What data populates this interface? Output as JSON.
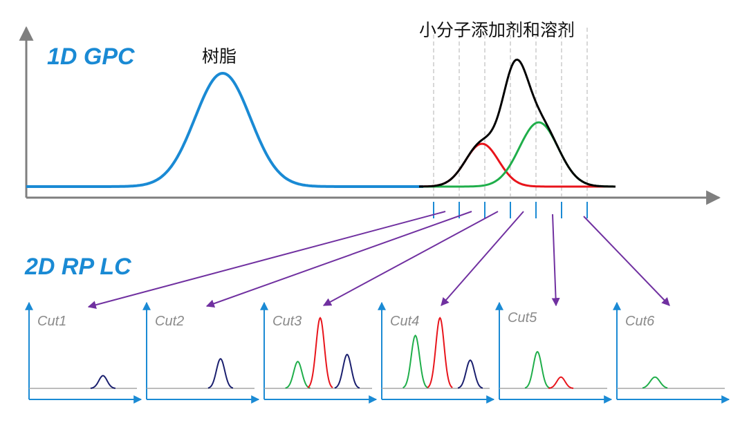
{
  "labels": {
    "gpc_title": "1D GPC",
    "lc_title": "2D RP LC",
    "resin_label": "树脂",
    "additive_label": "小分子添加剂和溶剂"
  },
  "cuts": [
    {
      "label": "Cut1",
      "peaks": [
        {
          "color": "navy",
          "height": 0.18
        }
      ]
    },
    {
      "label": "Cut2",
      "peaks": [
        {
          "color": "navy",
          "height": 0.42
        }
      ]
    },
    {
      "label": "Cut3",
      "peaks": [
        {
          "color": "green",
          "height": 0.38
        },
        {
          "color": "red",
          "height": 1.0
        },
        {
          "color": "navy",
          "height": 0.48
        }
      ]
    },
    {
      "label": "Cut4",
      "peaks": [
        {
          "color": "green",
          "height": 0.75
        },
        {
          "color": "red",
          "height": 1.0
        },
        {
          "color": "navy",
          "height": 0.4
        }
      ]
    },
    {
      "label": "Cut5",
      "peaks": [
        {
          "color": "green",
          "height": 0.52
        },
        {
          "color": "red",
          "height": 0.16
        }
      ]
    },
    {
      "label": "Cut6",
      "peaks": [
        {
          "color": "green",
          "height": 0.16
        }
      ]
    }
  ],
  "colors": {
    "resin_curve": "#1a8ad4",
    "axis": "#7f7f7f",
    "cut_axis": "#1a8ad4",
    "arrow": "#7030a0",
    "red": "#e8141b",
    "green": "#1fae4a",
    "navy": "#1a1f6e",
    "black": "#000000",
    "divider": "#b0b0b0",
    "baseline": "#a6a6a6"
  }
}
